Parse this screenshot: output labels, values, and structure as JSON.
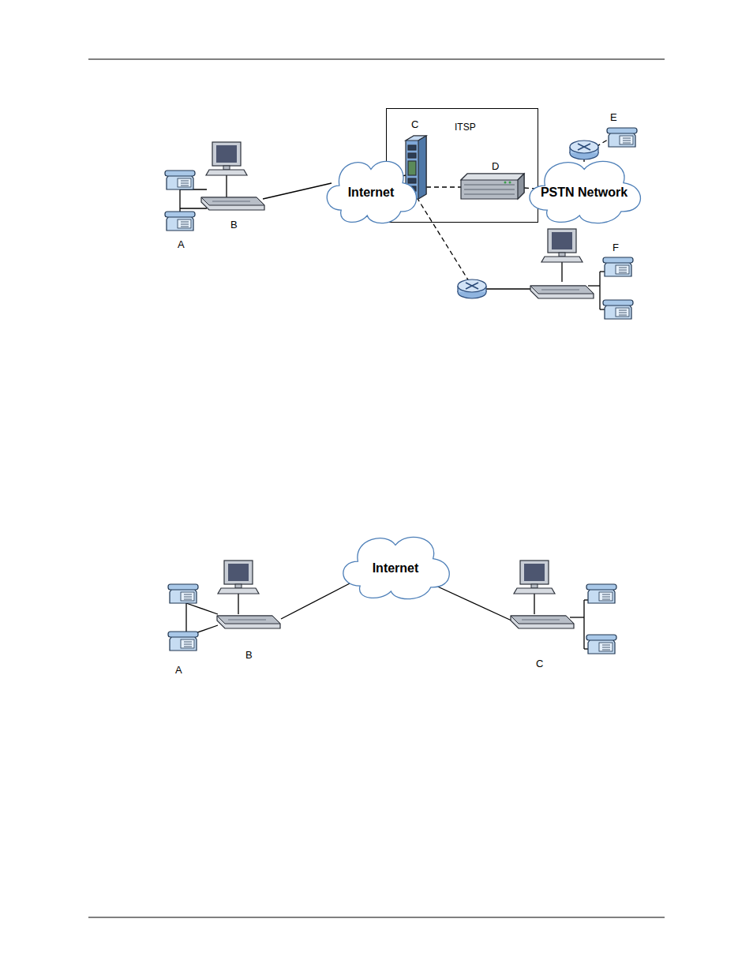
{
  "diagram": {
    "nodes": [
      {
        "text": [
          "ITSP"
        ]
      },
      {
        "text": [
          "Internet"
        ]
      },
      {
        "text": [
          "PSTN Network"
        ]
      },
      {
        "text": [
          "Internet"
        ]
      }
    ],
    "labels": [
      "C",
      "D",
      "E",
      "B",
      "A",
      "F",
      "B",
      "A",
      "C"
    ]
  }
}
